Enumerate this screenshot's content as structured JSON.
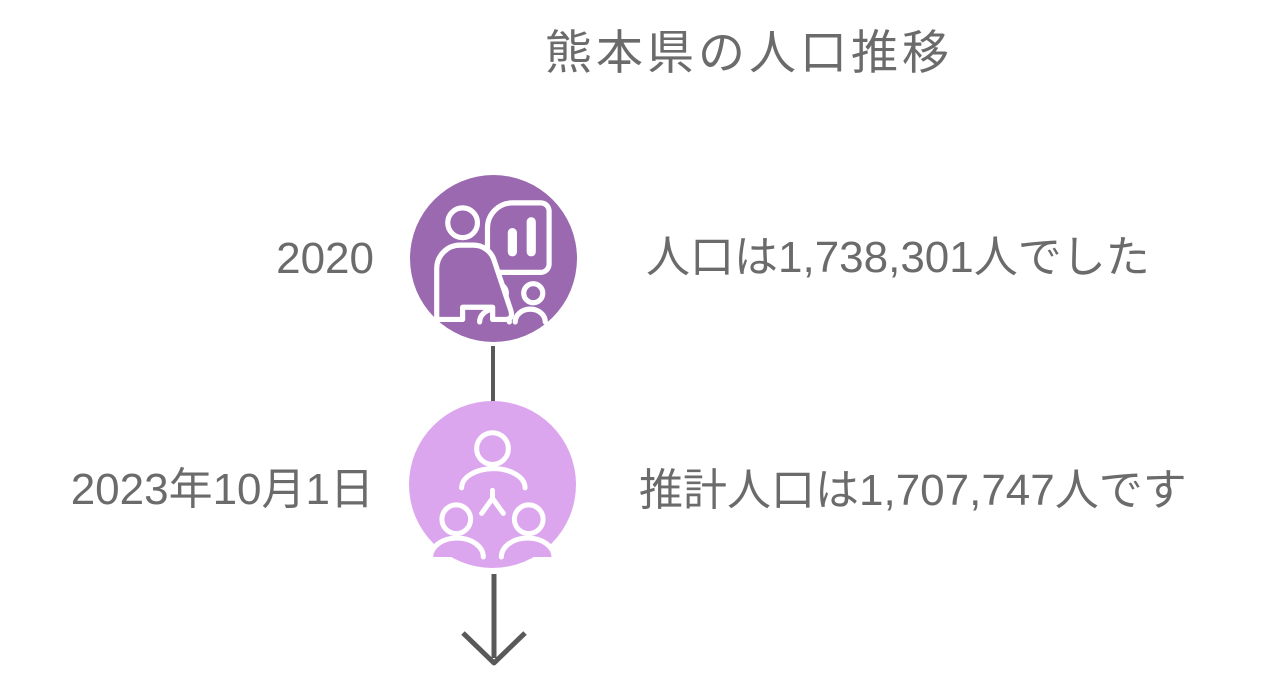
{
  "title": "熊本県の人口推移",
  "colors": {
    "node1_fill": "#9a69b0",
    "node2_fill": "#dca6ef",
    "icon_stroke": "#ffffff",
    "text": "#6b6b6b",
    "connector": "#595959",
    "background": "#ffffff"
  },
  "timeline": {
    "events": [
      {
        "label": "2020",
        "description": "人口は1,738,301人でした",
        "icon": "presentation-chart-icon"
      },
      {
        "label": "2023年10月1日",
        "description": "推計人口は1,707,747人です",
        "icon": "people-hierarchy-icon"
      }
    ]
  }
}
